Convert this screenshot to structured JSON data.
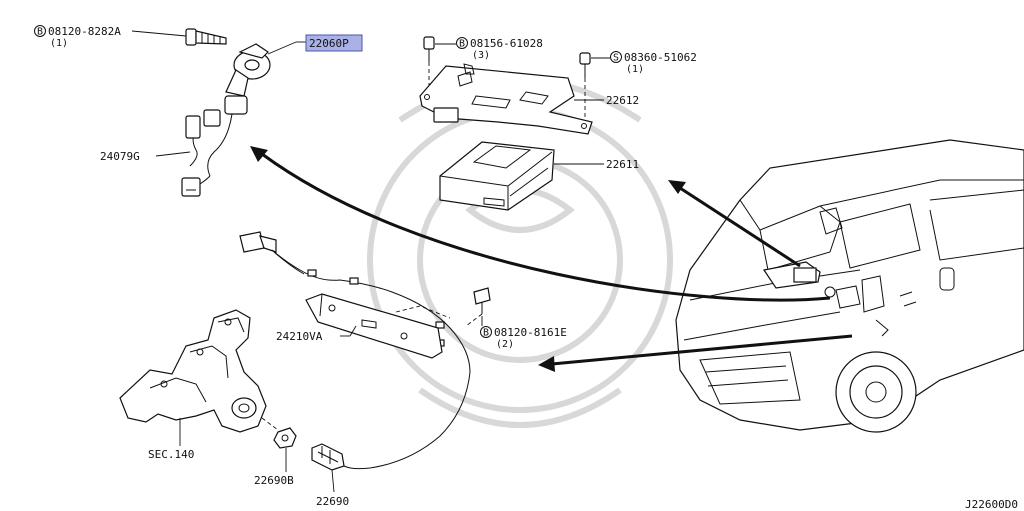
{
  "colors": {
    "highlight": "#aab1e6",
    "line": "#111111",
    "watermark": "#d8d8d8"
  },
  "callouts": {
    "bolt_top_left": {
      "prefix": "B",
      "number": "08120-8282A",
      "qty": "(1)"
    },
    "bolt_bracket": {
      "prefix": "B",
      "number": "08156-61028",
      "qty": "(3)"
    },
    "screw_bracket": {
      "prefix": "S",
      "number": "08360-51062",
      "qty": "(1)"
    },
    "bolt_sensor": {
      "prefix": "B",
      "number": "08120-8161E",
      "qty": "(2)"
    }
  },
  "parts": {
    "knock_sensor": "22060P",
    "bracket": "22612",
    "control_unit": "22611",
    "harness": "24079G",
    "harness_bracket": "24210VA",
    "manifold_ref": "SEC.140",
    "nut": "22690B",
    "oxygen_sensor": "22690"
  },
  "diagram_code": "J22600D0"
}
